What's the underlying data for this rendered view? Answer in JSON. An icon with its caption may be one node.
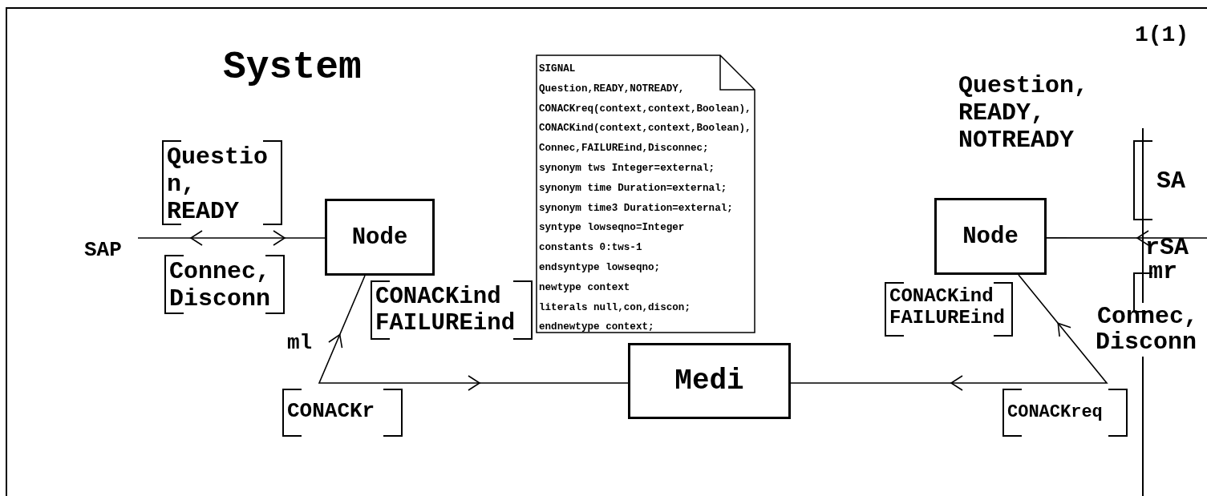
{
  "diagram": {
    "title": "System",
    "nodes": [
      {
        "text": [
          "Node"
        ]
      },
      {
        "text": [
          "Node"
        ]
      },
      {
        "text": [
          "Medi"
        ]
      },
      {
        "text": [
          "SIGNAL",
          "Question,READY,NOTREADY,",
          "CONACKreq(context,context,Boolean),",
          "CONACKind(context,context,Boolean),",
          "Connec,FAILUREind,Disconnec;",
          "synonym tws Integer=external;",
          "synonym time Duration=external;",
          "synonym time3 Duration=external;",
          "syntype lowseqno=Integer",
          "constants 0:tws-1",
          "endsyntype lowseqno;",
          "newtype context",
          "literals null,con,discon;",
          "endnewtype context;"
        ]
      },
      {
        "text": [
          "SAP"
        ]
      }
    ],
    "edges": [
      {
        "from": 4,
        "to": 0,
        "arrow": "both"
      },
      {
        "from": null,
        "to": 1,
        "arrow": "to"
      },
      {
        "from": 0,
        "to": 2,
        "arrow": "both"
      },
      {
        "from": 1,
        "to": 2,
        "arrow": "both"
      }
    ],
    "labels": [
      "1(1)",
      "Question, READY",
      "Question, READY, NOTREADY",
      "SA",
      "rSA",
      "mr",
      "Connec, Disconn",
      "CONACKind FAILUREind",
      "CONACKind FAILUREind",
      "Connec,",
      "Disconn",
      "ml",
      "CONACKr",
      "CONACKreq"
    ]
  }
}
